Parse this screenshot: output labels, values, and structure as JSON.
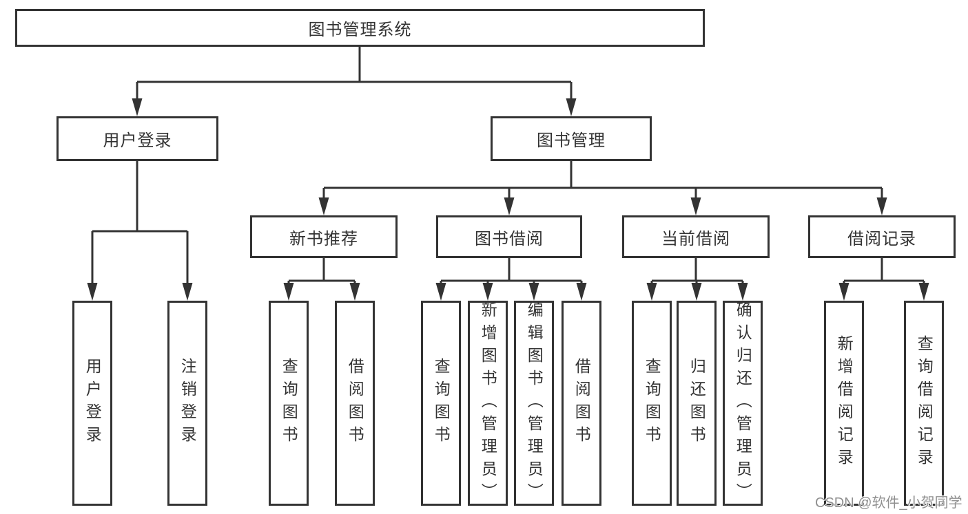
{
  "diagram": {
    "root": {
      "label": "图书管理系统"
    },
    "level2": [
      {
        "label": "用户登录"
      },
      {
        "label": "图书管理"
      }
    ],
    "level3": [
      {
        "label": "新书推荐"
      },
      {
        "label": "图书借阅"
      },
      {
        "label": "当前借阅"
      },
      {
        "label": "借阅记录"
      }
    ],
    "leaves": {
      "user_login": [
        {
          "label": "用户登录"
        },
        {
          "label": "注销登录"
        }
      ],
      "new_book": [
        {
          "label": "查询图书"
        },
        {
          "label": "借阅图书"
        }
      ],
      "book_borrow": [
        {
          "label": "查询图书"
        },
        {
          "label": "新增图书（管理员）"
        },
        {
          "label": "编辑图书（管理员）"
        },
        {
          "label": "借阅图书"
        }
      ],
      "current_borrow": [
        {
          "label": "查询图书"
        },
        {
          "label": "归还图书"
        },
        {
          "label": "确认归还（管理员）"
        }
      ],
      "borrow_record": [
        {
          "label": "新增借阅记录"
        },
        {
          "label": "查询借阅记录"
        }
      ]
    },
    "watermark": "CSDN @软件_小贺同学",
    "colors": {
      "line": "#333333",
      "text": "#333333",
      "watermark": "#8f8f8f",
      "background": "#ffffff"
    }
  }
}
